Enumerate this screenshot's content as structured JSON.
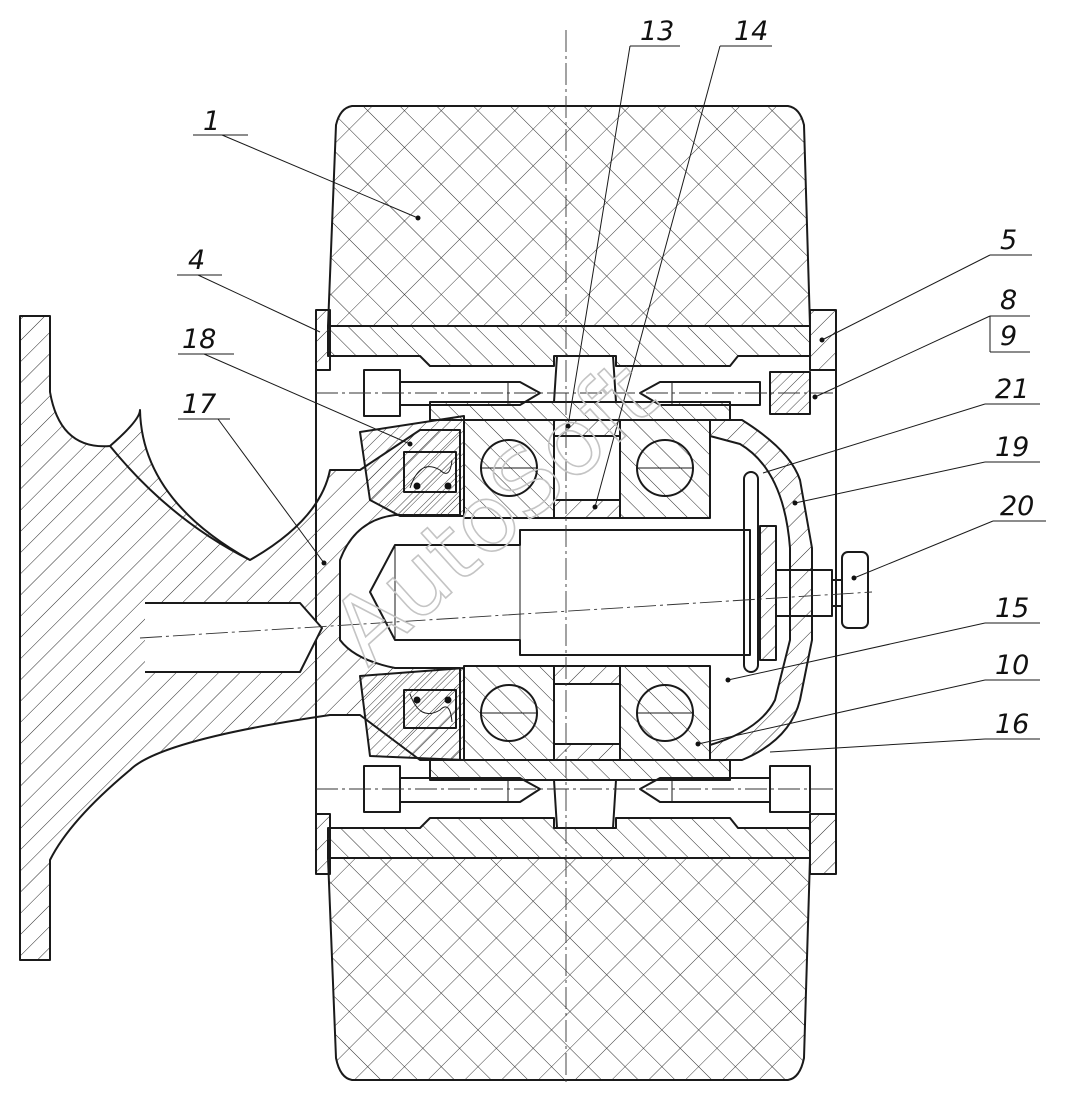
{
  "drawing": {
    "title": "",
    "watermark": "AutoSoft",
    "corner_mark": "",
    "callouts": [
      "1",
      "4",
      "18",
      "17",
      "13",
      "14",
      "5",
      "8",
      "9",
      "21",
      "19",
      "20",
      "15",
      "10",
      "16"
    ],
    "parts": [
      "tyre",
      "wheel-hub",
      "end-cover",
      "flange-ring",
      "mounting-bracket",
      "axle",
      "ball-bearing",
      "seal",
      "bolt",
      "nut",
      "cap"
    ]
  },
  "colors": {
    "line": "#1a1a1a",
    "hatch": "#2a2a2a",
    "watermark": "#c4c4c4",
    "background": "#ffffff"
  }
}
